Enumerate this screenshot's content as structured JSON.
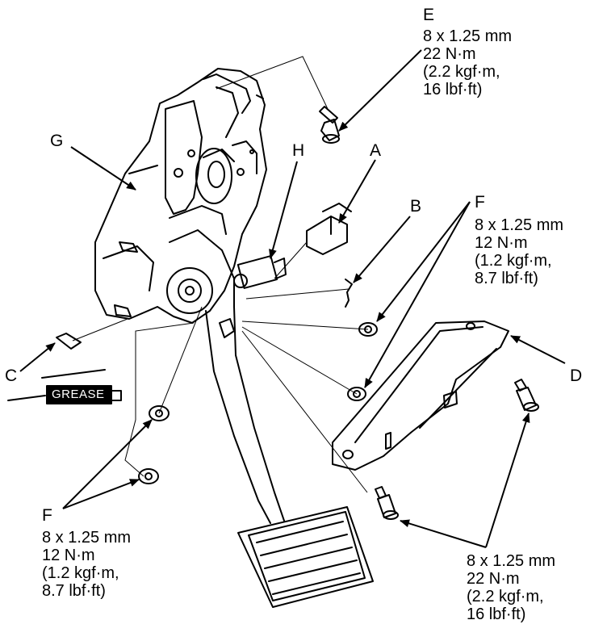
{
  "labels": {
    "A": "A",
    "B": "B",
    "C": "C",
    "D": "D",
    "E": "E",
    "F": "F",
    "G": "G",
    "H": "H"
  },
  "grease_tag": "GREASE",
  "specs": {
    "E": [
      "8 x 1.25 mm",
      "22 N·m",
      "(2.2 kgf·m,",
      "16 lbf·ft)"
    ],
    "F_right": [
      "8 x 1.25 mm",
      "12 N·m",
      "(1.2 kgf·m,",
      "8.7 lbf·ft)"
    ],
    "F_left": [
      "8 x 1.25 mm",
      "12 N·m",
      "(1.2 kgf·m,",
      "8.7 lbf·ft)"
    ],
    "bottom_right": [
      "8 x 1.25 mm",
      "22 N·m",
      "(2.2 kgf·m,",
      "16 lbf·ft)"
    ]
  }
}
